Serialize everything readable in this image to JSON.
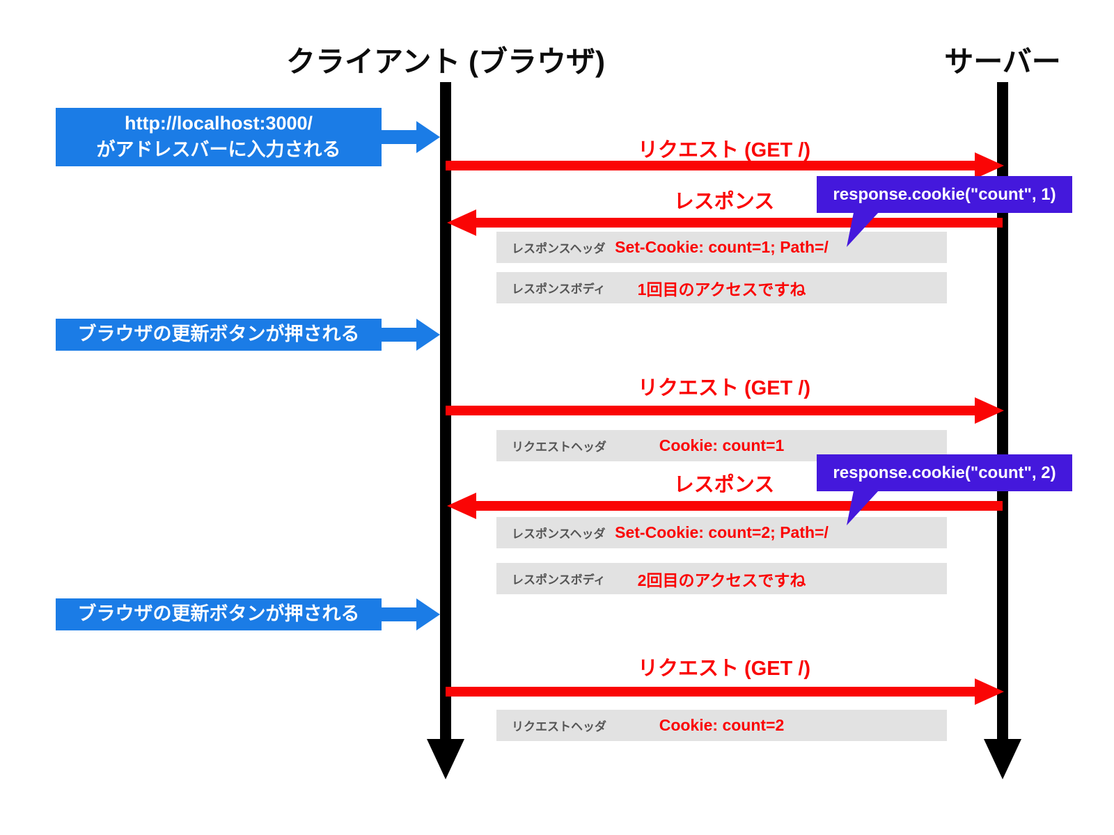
{
  "colors": {
    "blue": "#1B7CE6",
    "red": "#FA0505",
    "purple": "#4418DC",
    "grayBox": "#E2E2E2",
    "grayLabel": "#555555",
    "black": "#000000"
  },
  "lifelines": {
    "client_title": "クライアント (ブラウザ)",
    "server_title": "サーバー"
  },
  "actions": [
    {
      "text_lines": [
        "http://localhost:3000/",
        "がアドレスバーに入力される"
      ]
    },
    {
      "text_lines": [
        "ブラウザの更新ボタンが押される"
      ]
    },
    {
      "text_lines": [
        "ブラウザの更新ボタンが押される"
      ]
    }
  ],
  "messages": [
    {
      "direction": "request",
      "label": "リクエスト (GET /)"
    },
    {
      "direction": "response",
      "label": "レスポンス"
    },
    {
      "direction": "request",
      "label": "リクエスト (GET /)"
    },
    {
      "direction": "response",
      "label": "レスポンス"
    },
    {
      "direction": "request",
      "label": "リクエスト (GET /)"
    }
  ],
  "callouts": [
    {
      "code": "response.cookie(\"count\", 1)"
    },
    {
      "code": "response.cookie(\"count\", 2)"
    }
  ],
  "detail_rows": [
    {
      "label": "レスポンスヘッダ",
      "value": "Set-Cookie: count=1; Path=/"
    },
    {
      "label": "レスポンスボディ",
      "value": "1回目のアクセスですね"
    },
    {
      "label": "リクエストヘッダ",
      "value": "Cookie: count=1"
    },
    {
      "label": "レスポンスヘッダ",
      "value": "Set-Cookie: count=2; Path=/"
    },
    {
      "label": "レスポンスボディ",
      "value": "2回目のアクセスですね"
    },
    {
      "label": "リクエストヘッダ",
      "value": "Cookie: count=2"
    }
  ]
}
